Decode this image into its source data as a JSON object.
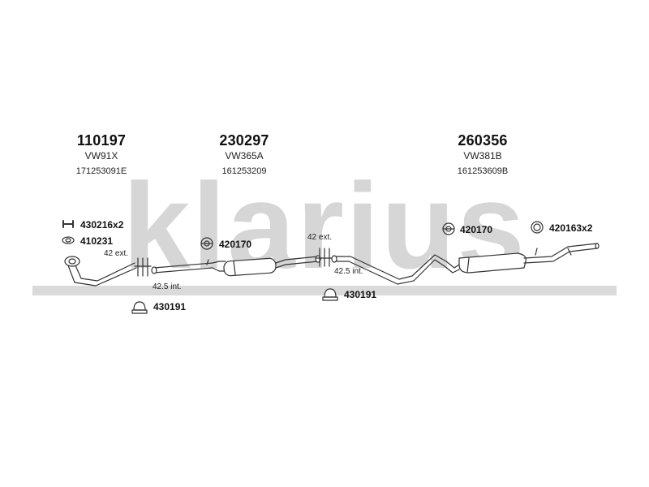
{
  "watermark": {
    "text": "klarius",
    "color": "#c8c8c8"
  },
  "parts": [
    {
      "code": "110197",
      "ref": "VW91X",
      "oem": "171253091E"
    },
    {
      "code": "230297",
      "ref": "VW365A",
      "oem": "161253209"
    },
    {
      "code": "260356",
      "ref": "VW381B",
      "oem": "161253609B"
    }
  ],
  "accessories": {
    "clamp_430216": "430216x2",
    "gasket_410231": "410231",
    "mount_420170_a": "420170",
    "mount_420170_b": "420170",
    "ring_420163": "420163x2",
    "clamp_430191_a": "430191",
    "clamp_430191_b": "430191"
  },
  "dimensions": {
    "ext_a": "42 ext.",
    "int_a": "42.5 int.",
    "ext_b": "42 ext.",
    "int_b": "42.5 int."
  },
  "colors": {
    "line": "#333333",
    "pipe_fill": "#ffffff",
    "watermark": "#c8c8c8"
  }
}
